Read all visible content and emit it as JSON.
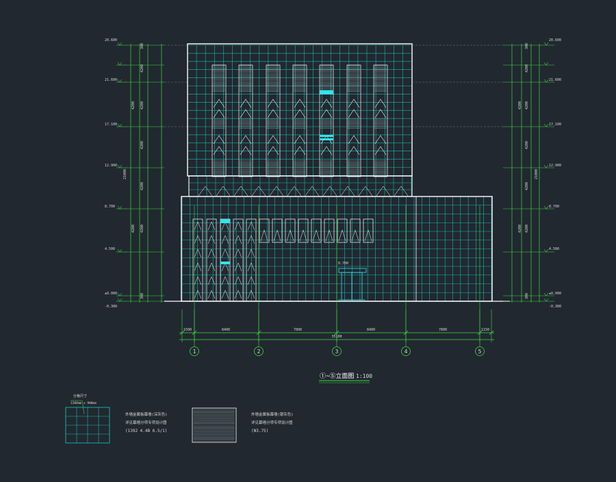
{
  "colors": {
    "background": "#212830",
    "outline": "#ffffff",
    "grid": "#18b9b1",
    "dimension": "#3ddc3d",
    "accent": "#2de6f0",
    "label": "#d8d8d8"
  },
  "drawing": {
    "title": "①~⑤立面图",
    "scale": "1:100"
  },
  "elevations": {
    "left": [
      "20.600",
      "21.600",
      "17.100",
      "12.900",
      "8.700",
      "4.500",
      "±0.000",
      "-0.300"
    ],
    "right": [
      "20.600",
      "21.600",
      "17.100",
      "12.900",
      "8.700",
      "4.500",
      "±0.000",
      "-0.300"
    ],
    "entrance": "0.700"
  },
  "segment_dims": [
    "300",
    "4200",
    "4200",
    "4200",
    "4200",
    "4200",
    "300"
  ],
  "segment_dims_right": [
    "300",
    "4200",
    "4200",
    "4200",
    "4200",
    "4200",
    "300"
  ],
  "total_dims": [
    "4200",
    "4200",
    "21000"
  ],
  "bottom_dims": [
    "1500",
    "8400",
    "7800",
    "8400",
    "7800",
    "1150"
  ],
  "overall_dim": "35100",
  "axes": [
    "1",
    "2",
    "3",
    "4",
    "5"
  ],
  "legend": {
    "swatch_label": "分格尺寸",
    "swatch_size": "1200mm x 900mm",
    "item1": [
      "外墙金属板幕墙(深灰色)",
      "详见幕墙分项专项设计图",
      "(1392 4.4B 6.5/1)"
    ],
    "item2": [
      "外墙金属板幕墙(银灰色)",
      "详见幕墙分项专项设计图",
      "(N3.75)"
    ]
  }
}
